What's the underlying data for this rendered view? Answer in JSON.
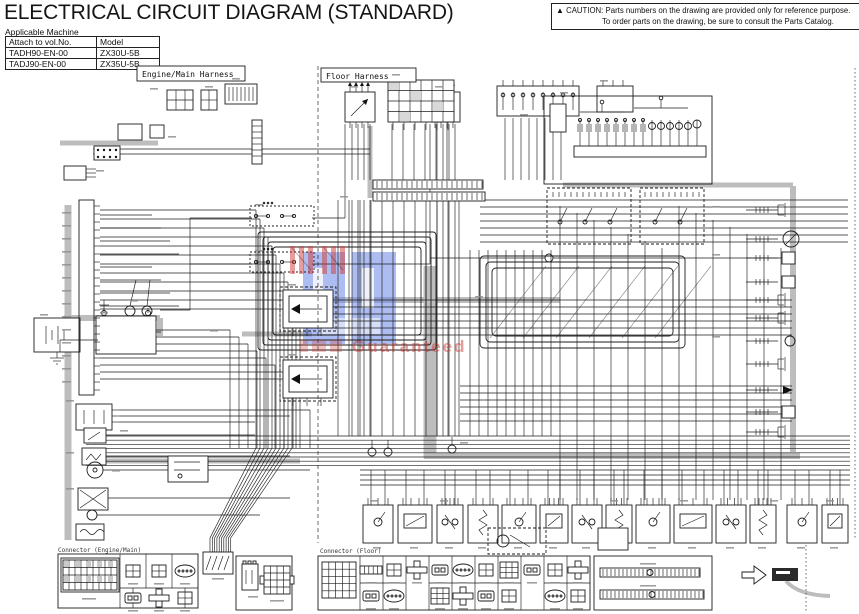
{
  "title": "ELECTRICAL CIRCUIT DIAGRAM (STANDARD)",
  "applicable_machine": {
    "label": "Applicable Machine",
    "headers": [
      "Attach to vol.No.",
      "Model"
    ],
    "rows": [
      [
        "TADH90-EN-00",
        "ZX30U-5B"
      ],
      [
        "TADJ90-EN-00",
        "ZX35U-5B"
      ]
    ]
  },
  "caution": {
    "icon": "warning-triangle",
    "prefix": "CAUTION:",
    "line1": "Parts numbers on the drawing are provided only for reference purpose.",
    "line2": "To order parts on the drawing, be sure to consult the Parts Catalog."
  },
  "sections": {
    "engine_main_harness": "Engine/Main Harness",
    "floor_harness": "Floor Harness",
    "connector_engine_main": "Connector (Engine/Main)",
    "connector_floor": "Connector (Floor)"
  },
  "watermark": {
    "visible_text": "Guaranteed",
    "blue": "#6987e6",
    "red": "#cd3c37"
  }
}
